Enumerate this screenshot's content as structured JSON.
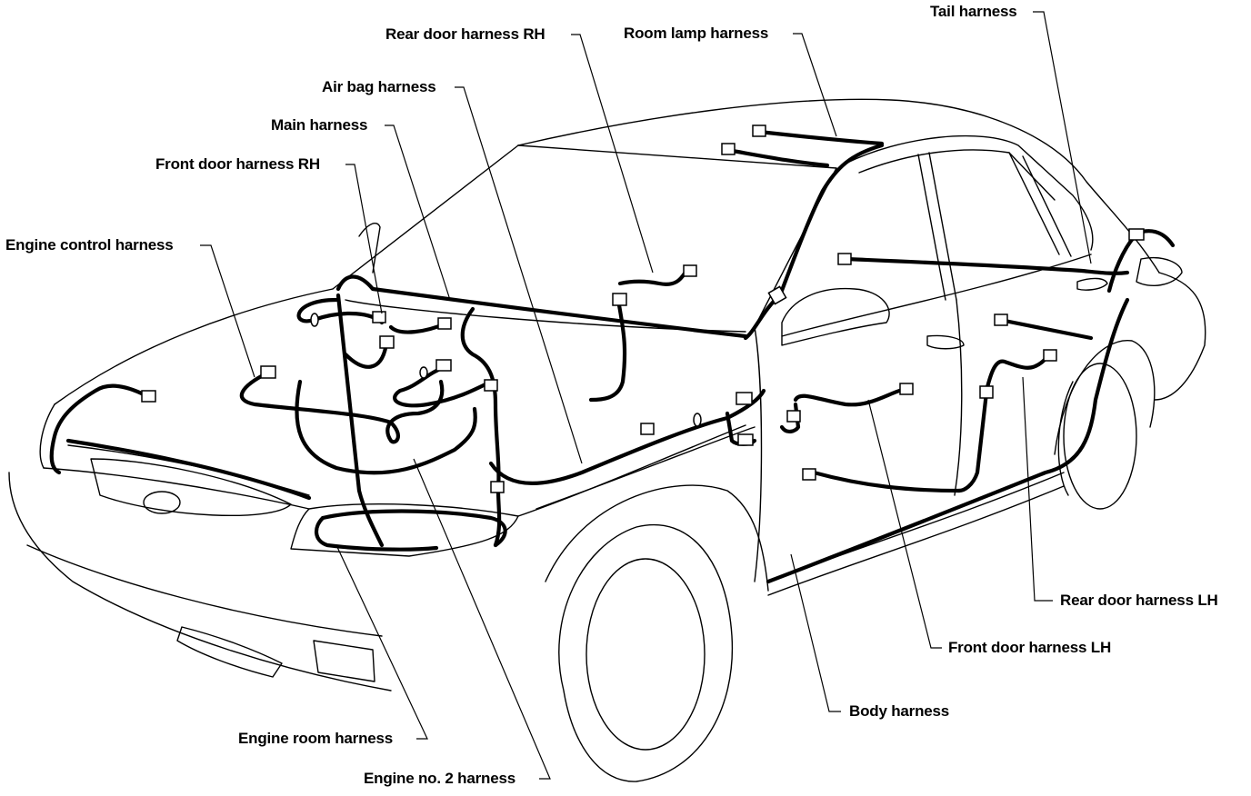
{
  "labels": {
    "rear_door_rh": "Rear door harness RH",
    "room_lamp": "Room lamp harness",
    "tail": "Tail harness",
    "air_bag": "Air bag harness",
    "main": "Main harness",
    "front_door_rh": "Front door harness RH",
    "engine_control": "Engine control harness",
    "rear_door_lh": "Rear door harness LH",
    "front_door_lh": "Front door harness LH",
    "body": "Body harness",
    "engine_room": "Engine room harness",
    "engine_no2": "Engine no. 2 harness"
  }
}
